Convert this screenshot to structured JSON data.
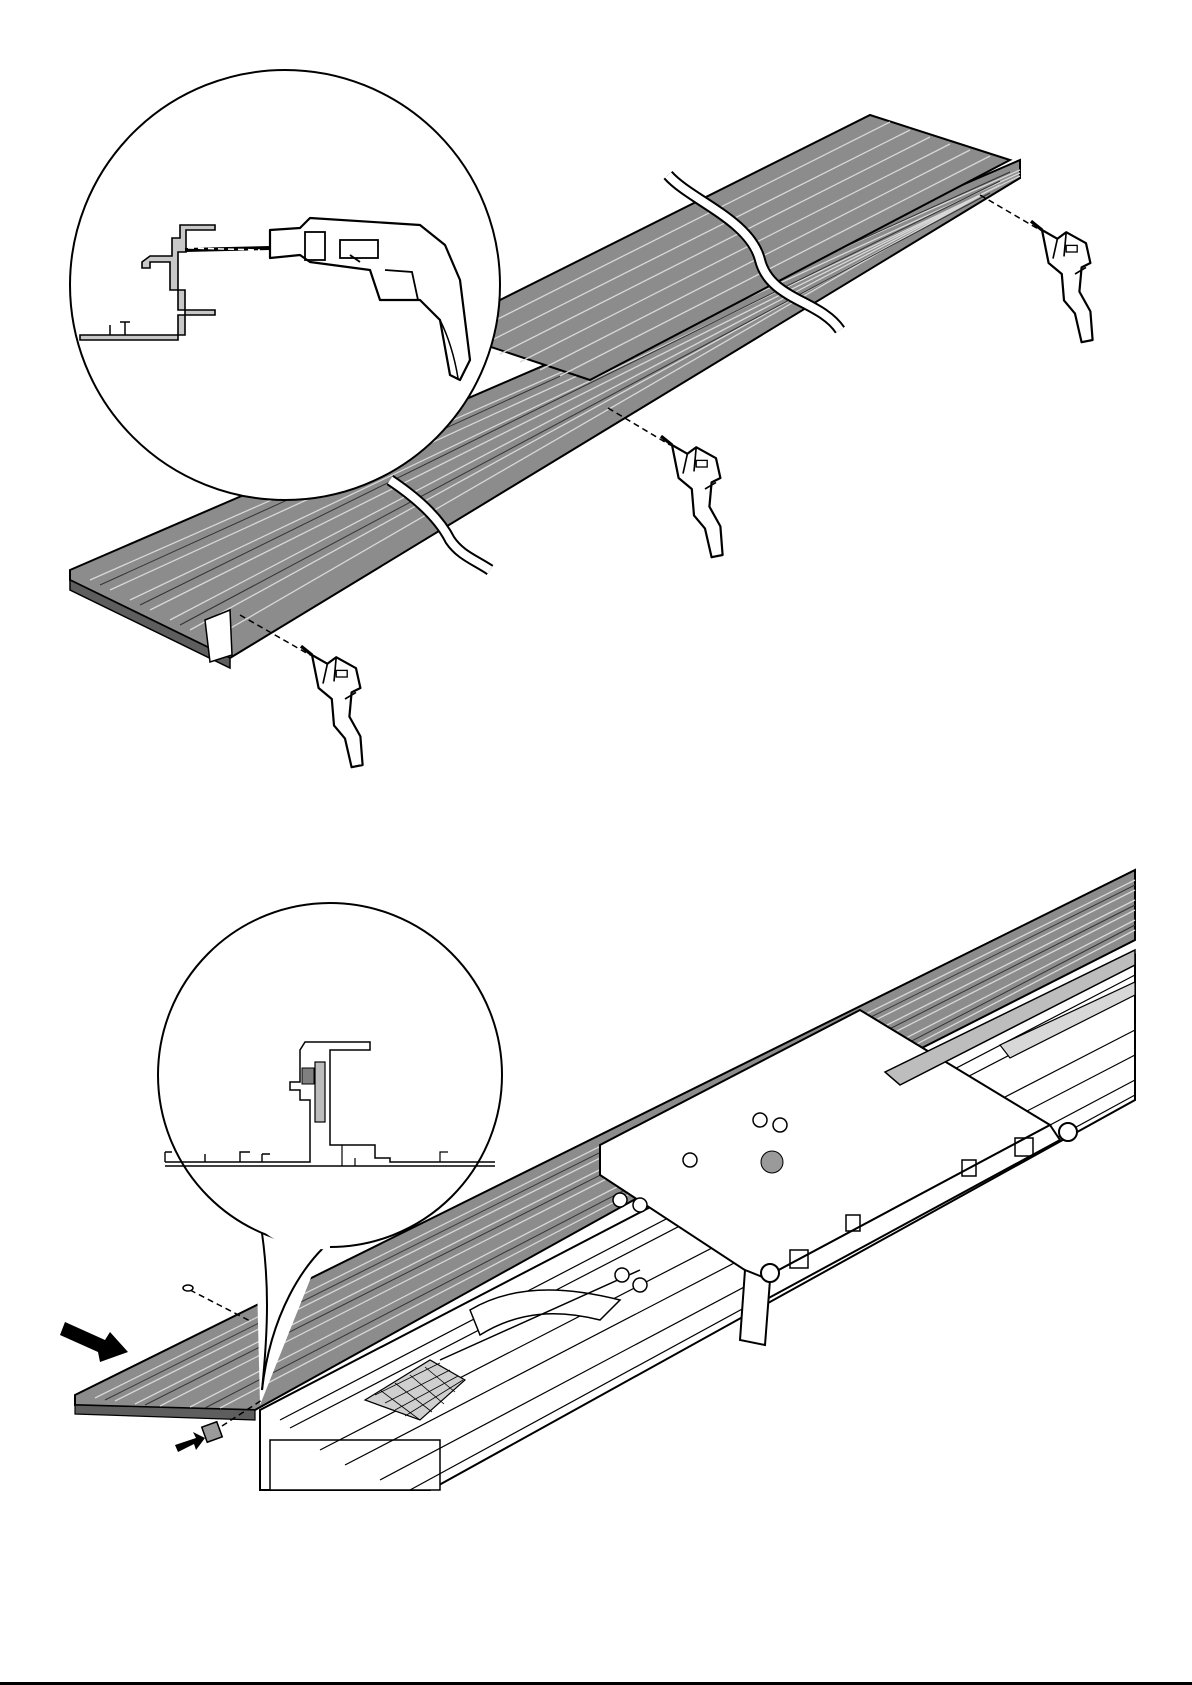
{
  "steps": [
    {
      "id": "step-drill-profile",
      "action": "drill-holes",
      "tool": "drill-icon",
      "drill_count": 3,
      "detail_view": true
    },
    {
      "id": "step-insert-track",
      "action": "slide-in",
      "tool": "arrow-icon",
      "detail_view": true,
      "part": "square-nut-icon"
    }
  ],
  "colors": {
    "profile_gray": "#8c8c8c",
    "profile_dark": "#5e5e5e",
    "line": "#000000",
    "paper": "#ffffff",
    "stop_dot": "#9a9a9a"
  }
}
